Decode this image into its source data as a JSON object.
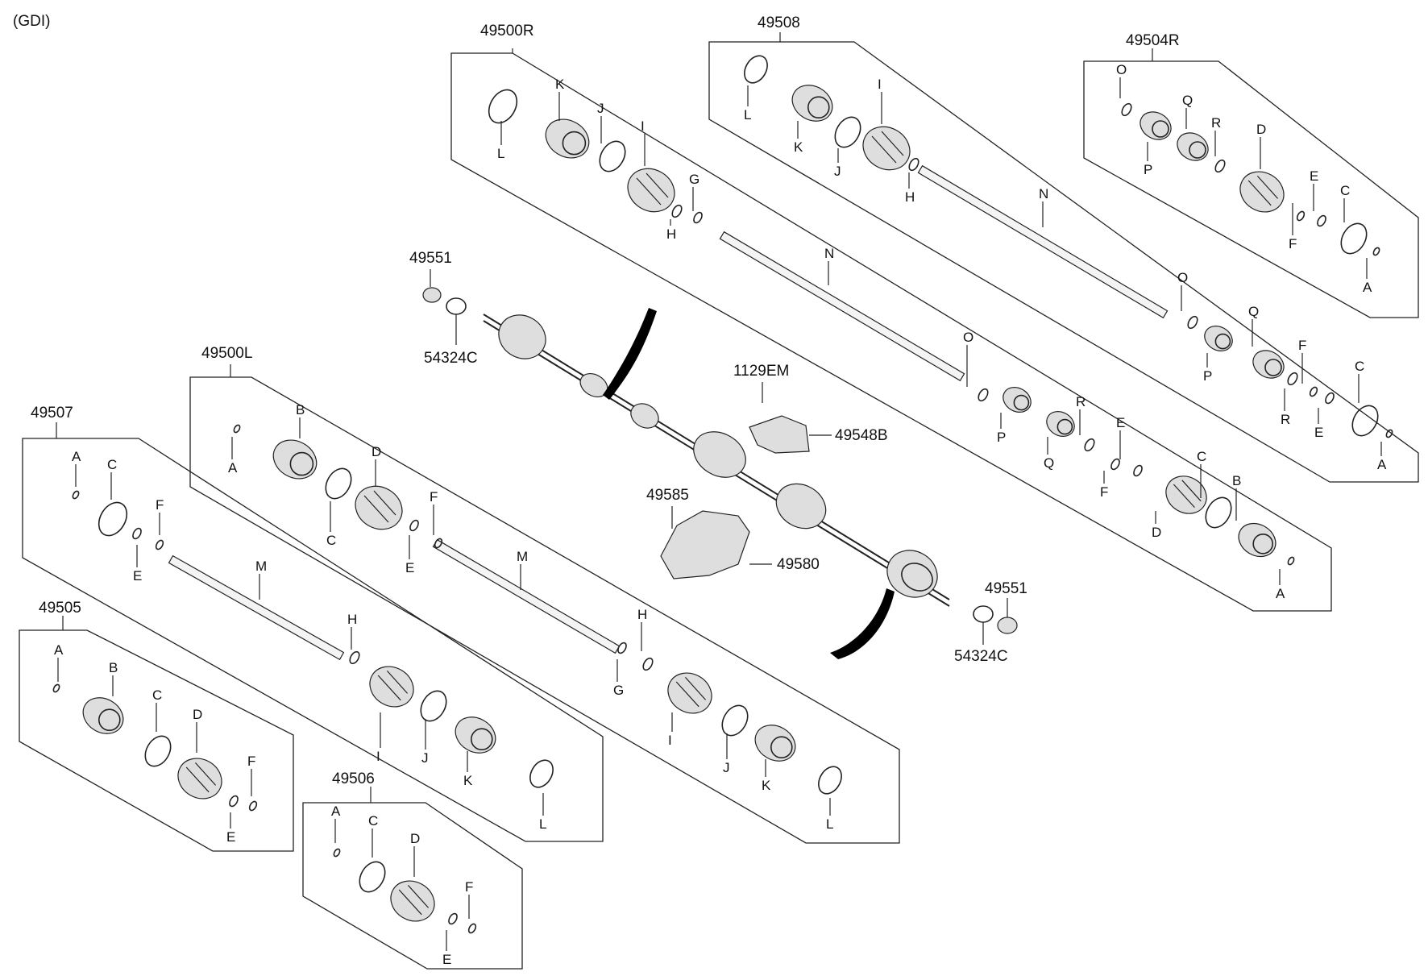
{
  "header": {
    "variant": "(GDI)"
  },
  "groups": {
    "g49500R": "49500R",
    "g49508": "49508",
    "g49504R": "49504R",
    "g49500L": "49500L",
    "g49507": "49507",
    "g49505": "49505",
    "g49506": "49506"
  },
  "parts": {
    "p49551": "49551",
    "p54324C": "54324C",
    "p1129EM": "1129EM",
    "p49548B": "49548B",
    "p49585": "49585",
    "p49580": "49580"
  },
  "letters": {
    "A": "A",
    "B": "B",
    "C": "C",
    "D": "D",
    "E": "E",
    "F": "F",
    "G": "G",
    "H": "H",
    "I": "I",
    "J": "J",
    "K": "K",
    "L": "L",
    "M": "M",
    "N": "N",
    "O": "O",
    "P": "P",
    "Q": "Q",
    "R": "R"
  }
}
